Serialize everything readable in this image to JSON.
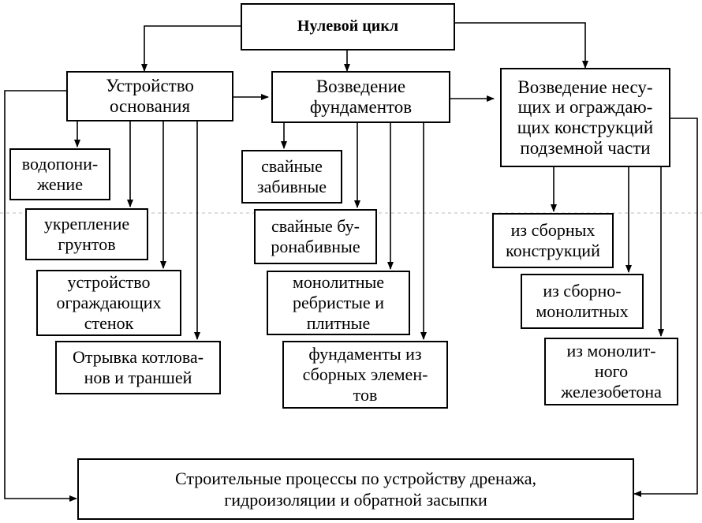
{
  "diagram": {
    "title": "Нулевой цикл",
    "groups": [
      {
        "label": "Устройство\nоснования",
        "items": [
          "водопони-\nжение",
          "укрепление\nгрунтов",
          "устройство\nограждающих\nстенок",
          "Отрывка котлова-\nнов и траншей"
        ]
      },
      {
        "label": "Возведение\nфундаментов",
        "items": [
          "свайные\nзабивные",
          "свайные бу-\nронабивные",
          "монолитные\nребристые и\nплитные",
          "фундаменты из\nсборных элемен-\nтов"
        ]
      },
      {
        "label": "Возведение несу-\nщих и ограждаю-\nщих конструкций\nподземной части",
        "items": [
          "из сборных\nконструкций",
          "из сборно-\nмонолитных",
          "из монолит-\nного\nжелезобетона"
        ]
      }
    ],
    "bottom": "Строительные процессы по устройству дренажа,\nгидроизоляции и обратной засыпки"
  }
}
